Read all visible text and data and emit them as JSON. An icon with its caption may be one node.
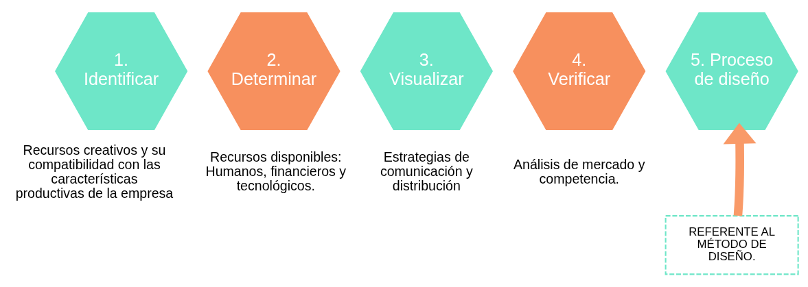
{
  "diagram": {
    "nodes": [
      {
        "text": [
          "1. Identificar"
        ],
        "beside": [
          "Recursos creativos y su compatibilidad con las características productivas de la empresa"
        ]
      },
      {
        "text": [
          "2. Determinar"
        ],
        "beside": [
          "Recursos disponibles: Humanos, financieros y tecnológicos."
        ]
      },
      {
        "text": [
          "3. Visualizar"
        ],
        "beside": [
          "Estrategias de comunicación y distribución"
        ]
      },
      {
        "text": [
          "4. Verificar"
        ],
        "beside": [
          "Análisis de mercado y competencia."
        ]
      },
      {
        "text": [
          "5. Proceso de diseño"
        ]
      },
      {
        "text": [
          "REFERENTE AL MÉTODO DE DISEÑO."
        ]
      }
    ],
    "edges": [
      {
        "from": 5,
        "to": 4,
        "arrow": "to"
      }
    ]
  }
}
